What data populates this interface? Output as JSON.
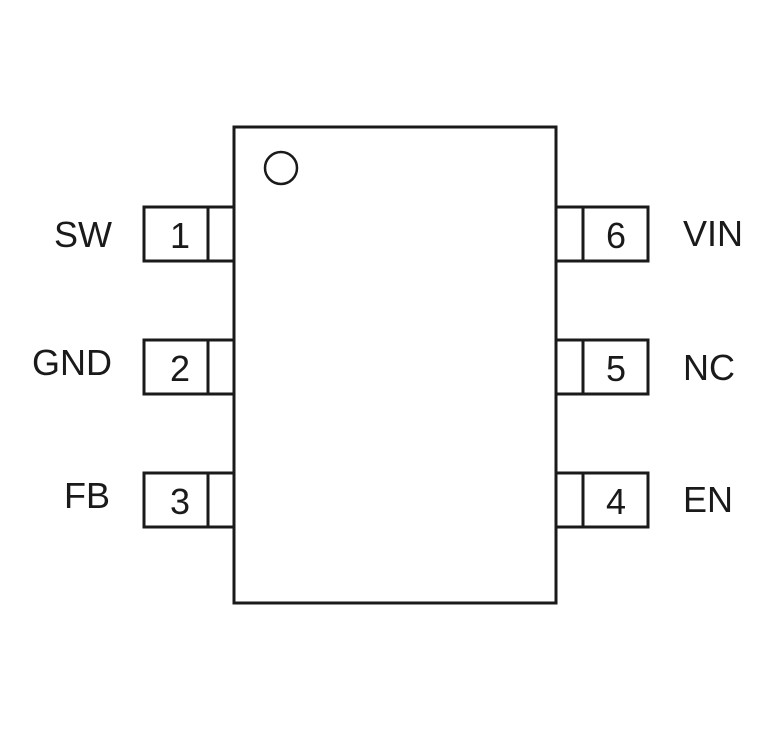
{
  "package": {
    "pins": [
      {
        "number": "1",
        "name": "SW"
      },
      {
        "number": "2",
        "name": "GND"
      },
      {
        "number": "3",
        "name": "FB"
      },
      {
        "number": "4",
        "name": "EN"
      },
      {
        "number": "5",
        "name": "NC"
      },
      {
        "number": "6",
        "name": "VIN"
      }
    ]
  },
  "colors": {
    "stroke": "#1a1a1a",
    "background": "#ffffff"
  }
}
